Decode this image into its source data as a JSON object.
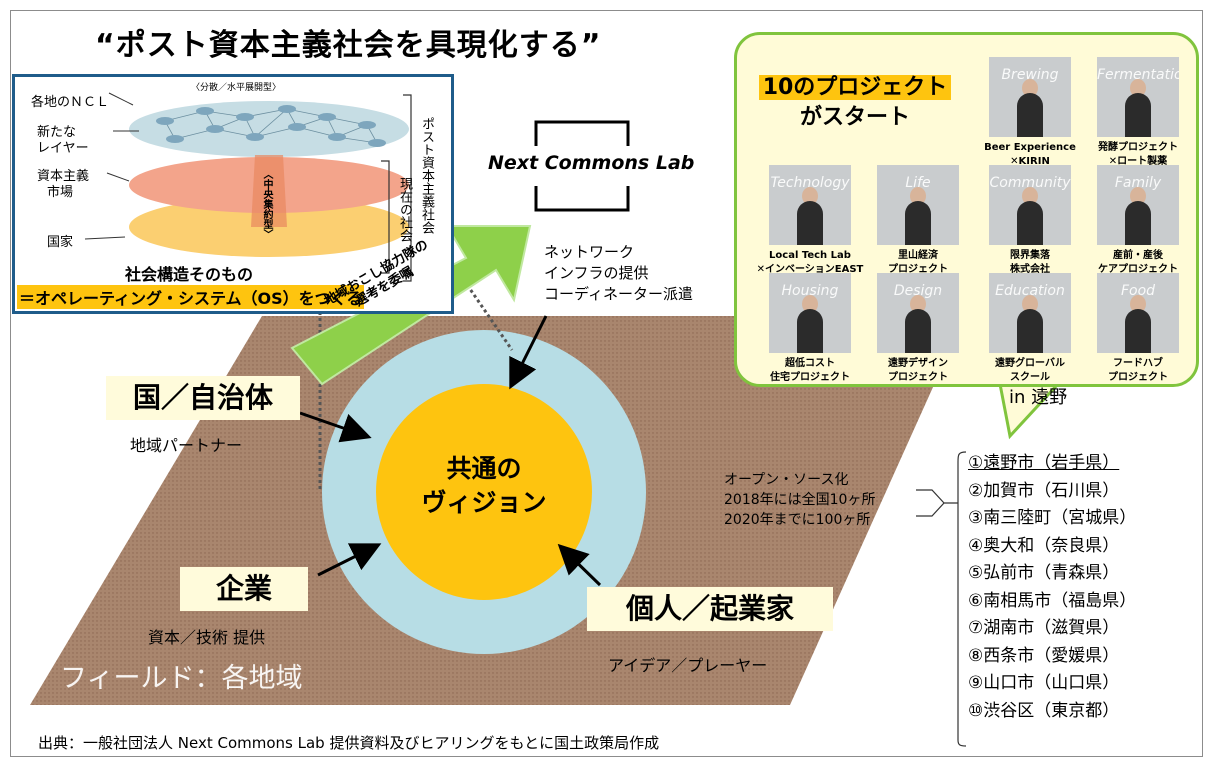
{
  "title": "“ポスト資本主義社会を具現化する”",
  "layers": {
    "top_note": "〈分散／水平展開型〉",
    "ncl": "各地のＮＣＬ",
    "new_layer_1": "新たな",
    "new_layer_2": "レイヤー",
    "market_1": "資本主義",
    "market_2": "市場",
    "nation": "国家",
    "central": "〈中央集約型〉",
    "post_capitalism": "ポスト資本主義社会",
    "current_society": "現在の社会",
    "caption_1": "社会構造そのもの",
    "caption_2": "＝オペレーティング・システム（OS）をつくる"
  },
  "ncl": {
    "logo": "Next Commons Lab",
    "line1": "ネットワーク",
    "line2": "インフラの提供",
    "line3": "コーディネーター派遣"
  },
  "arrow_text": {
    "line1": "地域おこし協力隊の",
    "line2": "選考を委嘱"
  },
  "actors": {
    "government": "国／自治体",
    "government_role": "地域パートナー",
    "company": "企業",
    "company_role": "資本／技術 提供",
    "individual": "個人／起業家",
    "individual_role": "アイデア／プレーヤー"
  },
  "vision": {
    "line1": "共通の",
    "line2": "ヴィジョン"
  },
  "field_label": "フィールド：各地域",
  "open_source": {
    "line1": "オープン・ソース化",
    "line2": "2018年には全国10ヶ所",
    "line3": "2020年までに100ヶ所"
  },
  "bubble": {
    "headline1": "10のプロジェクト",
    "headline2": "がスタート",
    "location": "in 遠野",
    "projects": [
      {
        "word": "Brewing",
        "label1": "Beer Experience",
        "label2": "✕KIRIN"
      },
      {
        "word": "Fermentation",
        "label1": "発酵プロジェクト",
        "label2": "✕ロート製薬"
      },
      {
        "word": "Technology",
        "label1": "Local Tech Lab",
        "label2": "✕インベーションEAST"
      },
      {
        "word": "Life",
        "label1": "里山経済",
        "label2": "プロジェクト"
      },
      {
        "word": "Community",
        "label1": "限界集落",
        "label2": "株式会社"
      },
      {
        "word": "Family",
        "label1": "産前・産後",
        "label2": "ケアプロジェクト"
      },
      {
        "word": "Housing",
        "label1": "超低コスト",
        "label2": "住宅プロジェクト"
      },
      {
        "word": "Design",
        "label1": "遠野デザイン",
        "label2": "プロジェクト"
      },
      {
        "word": "Education",
        "label1": "遠野グローバル",
        "label2": "スクール"
      },
      {
        "word": "Food",
        "label1": "フードハブ",
        "label2": "プロジェクト"
      }
    ]
  },
  "cities": [
    "①遠野市（岩手県）",
    "②加賀市（石川県）",
    "③南三陸町（宮城県）",
    "④奥大和（奈良県）",
    "⑤弘前市（青森県）",
    "⑥南相馬市（福島県）",
    "⑦湖南市（滋賀県）",
    "⑧西条市（愛媛県）",
    "⑨山口市（山口県）",
    "⑩渋谷区（東京都）"
  ],
  "source": "出典：一般社団法人 Next Commons Lab 提供資料及びヒアリングをもとに国土政策局作成",
  "colors": {
    "field": "#a9866e",
    "outer_circle": "#b7dde5",
    "inner_circle": "#fec40f",
    "arrow": "#8ed04a",
    "bubble_border": "#80c43d",
    "label_bg": "#fffbdb"
  }
}
